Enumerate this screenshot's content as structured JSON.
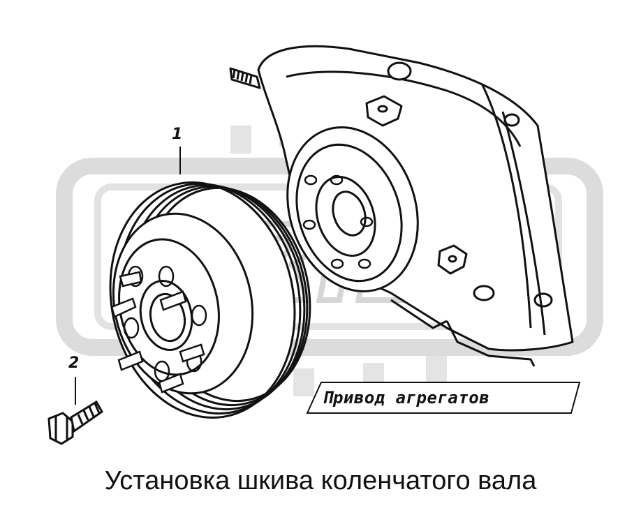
{
  "diagram": {
    "caption": "Установка шкива коленчатого вала",
    "section_label": "Привод агрегатов",
    "callouts": [
      {
        "number": "1",
        "part": "crankshaft-pulley"
      },
      {
        "number": "2",
        "part": "bolt"
      }
    ],
    "watermark_text": "ORIEX",
    "colors": {
      "line": "#111111",
      "watermark": "#d9d9d9",
      "background": "#ffffff"
    }
  }
}
